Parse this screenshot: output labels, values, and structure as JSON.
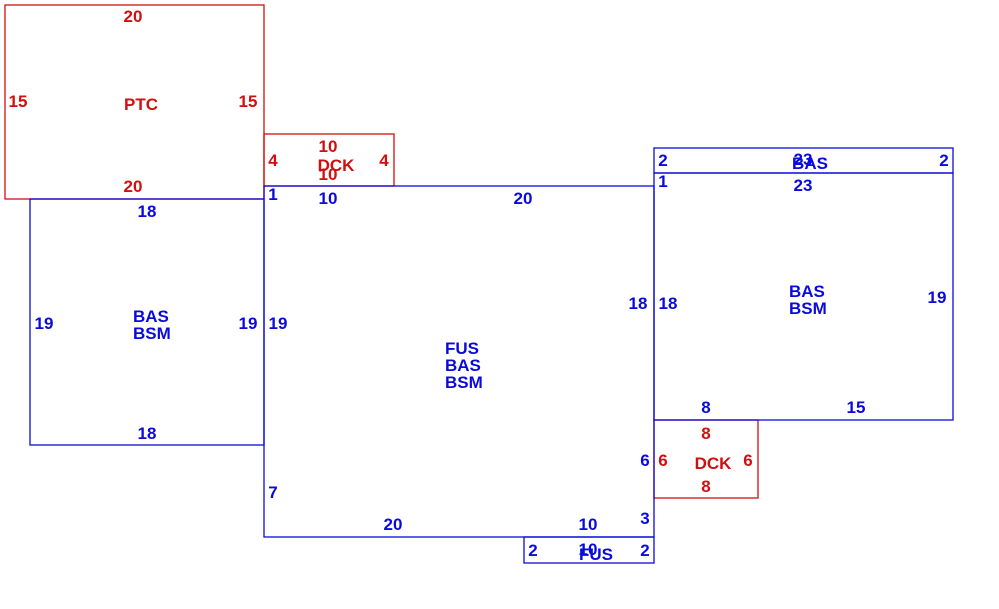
{
  "colors": {
    "red": "#d01010",
    "blue": "#0a0adc"
  },
  "areas": [
    {
      "id": "ptc",
      "code": "PTC",
      "color": "red",
      "dims": {
        "top": "20",
        "bottom": "20",
        "left": "15",
        "right": "15"
      }
    },
    {
      "id": "dck_top",
      "code": "DCK",
      "color": "red",
      "dims": {
        "top": "10",
        "bottom": "10",
        "left": "4",
        "right": "4"
      }
    },
    {
      "id": "bas_left",
      "codes": [
        "BAS",
        "BSM"
      ],
      "color": "blue",
      "dims": {
        "top": "18",
        "bottom": "18",
        "left": "19",
        "right": "19"
      }
    },
    {
      "id": "main",
      "codes": [
        "FUS",
        "BAS",
        "BSM"
      ],
      "color": "blue",
      "dims": {
        "top_a": "1",
        "top_b": "10",
        "top_c": "20",
        "left": "19",
        "right": "18",
        "right_lower_a": "6",
        "right_lower_b": "3",
        "left_lower": "7",
        "bottom_a": "20",
        "bottom_b": "10"
      }
    },
    {
      "id": "bas_strip",
      "code": "BAS",
      "color": "blue",
      "dims": {
        "top": "23",
        "left": "2",
        "right": "2"
      }
    },
    {
      "id": "bas_right",
      "codes": [
        "BAS",
        "BSM"
      ],
      "color": "blue",
      "dims": {
        "top": "23",
        "top_left": "1",
        "left": "18",
        "right": "19",
        "bottom_a": "8",
        "bottom_b": "15"
      }
    },
    {
      "id": "dck_right",
      "code": "DCK",
      "color": "red",
      "dims": {
        "top": "8",
        "bottom": "8",
        "left": "6",
        "right": "6"
      }
    },
    {
      "id": "fus_bottom",
      "code": "FUS",
      "color": "blue",
      "dims": {
        "top": "10",
        "left": "2",
        "right": "2"
      }
    }
  ]
}
